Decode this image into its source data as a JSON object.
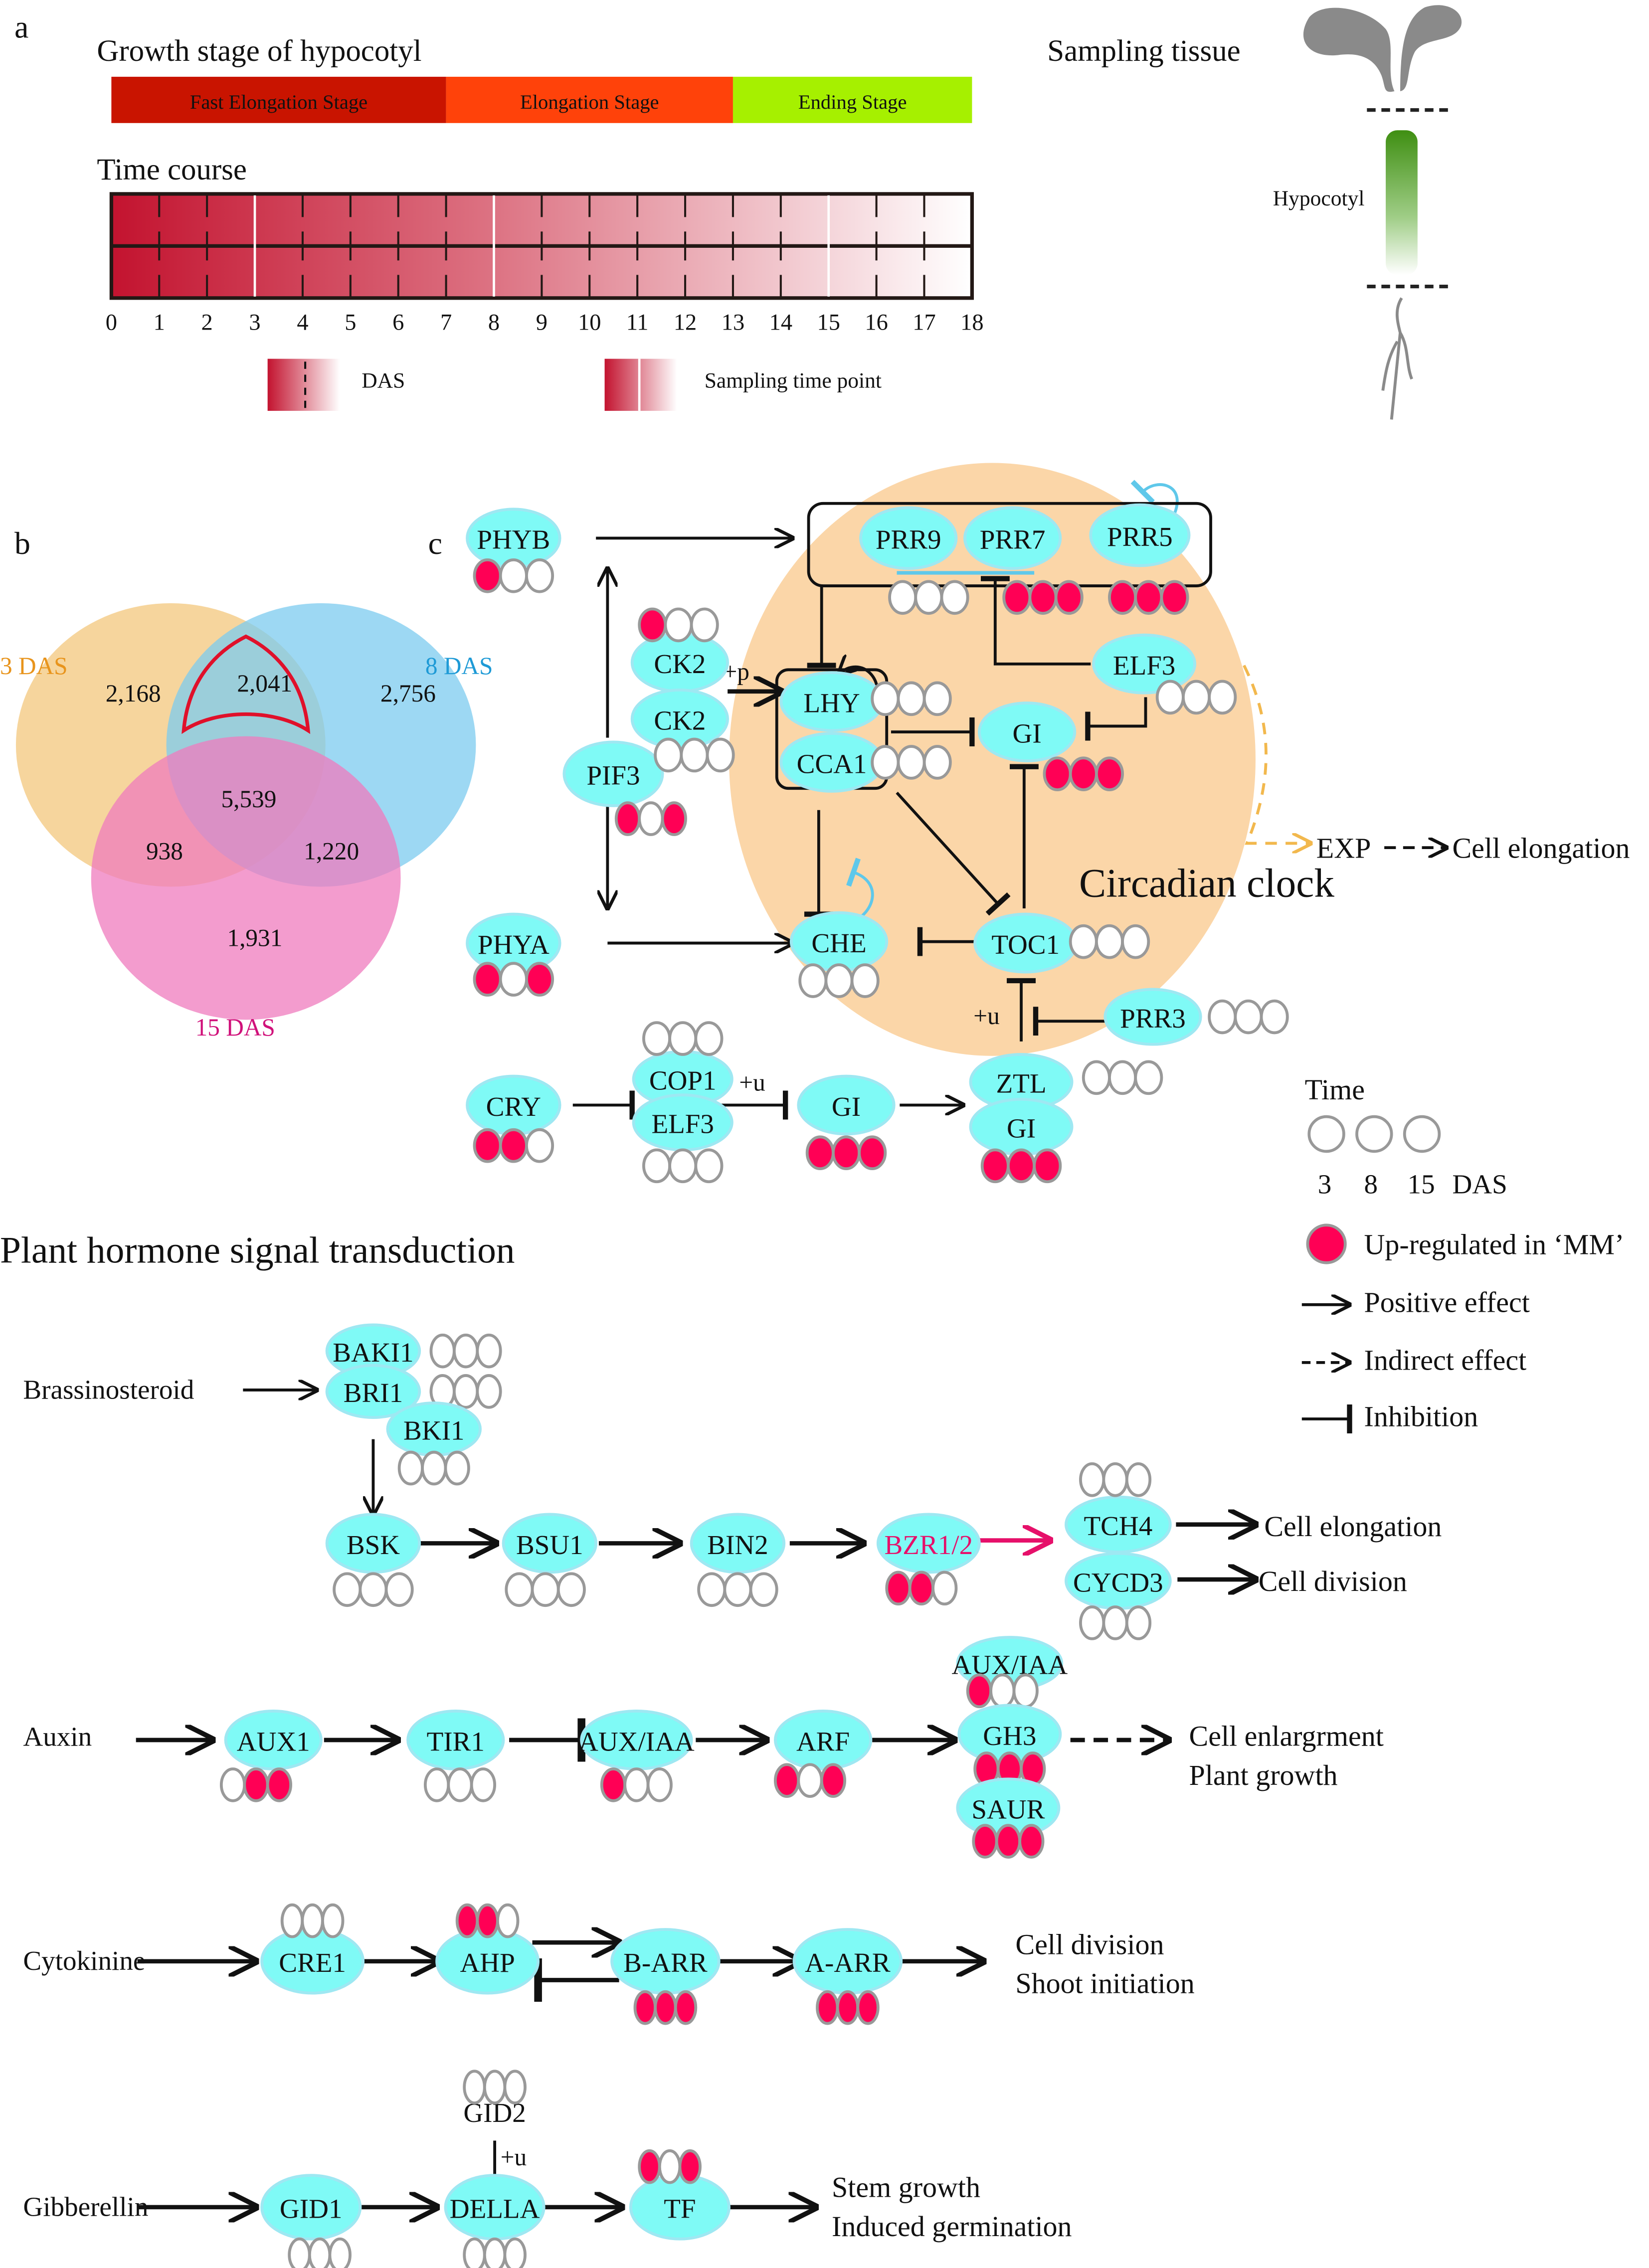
{
  "colors": {
    "node_fill": "#7ffaf6",
    "node_stroke": "#9ee8f2",
    "up_fill": "#ff0055",
    "circle_stroke": "#999999",
    "clock_fill": "#fbd6a8",
    "venn_3": "#f3c77c",
    "venn_8": "#7ccbef",
    "venn_15": "#ef7bbd",
    "venn_label_3": "#e8941c",
    "venn_label_8": "#1e9ad6",
    "venn_label_15": "#d0117a",
    "highlight_red": "#e0102a",
    "feedback_blue": "#5fc8ea",
    "indirect_orange": "#f2b84d",
    "bzr_pink": "#e6106a"
  },
  "panel_a": {
    "letter": "a",
    "growth_title": "Growth stage of hypocotyl",
    "stages": [
      {
        "label": "Fast Elongation Stage",
        "from_das": 0,
        "to_das": 7,
        "color": "#c91400"
      },
      {
        "label": "Elongation Stage",
        "from_das": 7,
        "to_das": 13,
        "color": "#ff420a"
      },
      {
        "label": "Ending Stage",
        "from_das": 13,
        "to_das": 18,
        "color": "#a6f000"
      }
    ],
    "time_title": "Time course",
    "ticks": [
      "0",
      "1",
      "2",
      "3",
      "4",
      "5",
      "6",
      "7",
      "8",
      "9",
      "10",
      "11",
      "12",
      "13",
      "14",
      "15",
      "16",
      "17",
      "18"
    ],
    "sampling_points_das": [
      3,
      8,
      15
    ],
    "legend_das": "DAS",
    "legend_sampling": "Sampling time point",
    "sampling_tissue_title": "Sampling tissue",
    "hypocotyl_label": "Hypocotyl"
  },
  "panel_b": {
    "letter": "b",
    "sets": [
      "3 DAS",
      "8 DAS",
      "15 DAS"
    ],
    "regions": {
      "only_3": "2,168",
      "only_8": "2,756",
      "only_15": "1,931",
      "3_and_8": "2,041",
      "3_and_15": "938",
      "8_and_15": "1,220",
      "all": "5,539"
    }
  },
  "panel_c": {
    "letter": "c",
    "clock_label": "Circadian clock",
    "nodes": {
      "phyb": {
        "label": "PHYB",
        "expr": [
          1,
          0,
          0
        ]
      },
      "phya": {
        "label": "PHYA",
        "expr": [
          1,
          0,
          1
        ]
      },
      "pif3": {
        "label": "PIF3",
        "expr": [
          1,
          0,
          1
        ]
      },
      "ck2a": {
        "label": "CK2",
        "expr": [
          1,
          0,
          0
        ]
      },
      "ck2b": {
        "label": "CK2",
        "expr": [
          0,
          0,
          0
        ]
      },
      "lhy": {
        "label": "LHY",
        "expr": [
          0,
          0,
          0
        ]
      },
      "cca1": {
        "label": "CCA1",
        "expr": [
          0,
          0,
          0
        ]
      },
      "prr9": {
        "label": "PRR9"
      },
      "prr7": {
        "label": "PRR7"
      },
      "prr5": {
        "label": "PRR5",
        "expr": [
          1,
          1,
          1
        ]
      },
      "prr97_expr_a": [
        0,
        0,
        0
      ],
      "prr97_expr_b": [
        1,
        1,
        1
      ],
      "elf3": {
        "label": "ELF3",
        "expr": [
          0,
          0,
          0
        ]
      },
      "gi": {
        "label": "GI",
        "expr": [
          1,
          1,
          1
        ]
      },
      "che": {
        "label": "CHE",
        "expr": [
          0,
          0,
          0
        ]
      },
      "toc1": {
        "label": "TOC1",
        "expr": [
          0,
          0,
          0
        ]
      },
      "prr3": {
        "label": "PRR3",
        "expr": [
          0,
          0,
          0
        ]
      },
      "cry": {
        "label": "CRY",
        "expr": [
          1,
          1,
          0
        ]
      },
      "cop1": {
        "label": "COP1",
        "expr": [
          0,
          0,
          0
        ]
      },
      "elf3b": {
        "label": "ELF3",
        "expr": [
          0,
          0,
          0
        ]
      },
      "gi2": {
        "label": "GI",
        "expr": [
          1,
          1,
          1
        ]
      },
      "ztl": {
        "label": "ZTL",
        "expr": [
          0,
          0,
          0
        ]
      },
      "gi3": {
        "label": "GI",
        "expr": [
          1,
          1,
          1
        ]
      }
    },
    "edge_labels": {
      "plus_p": "+p",
      "plus_u_1": "+u",
      "plus_u_2": "+u"
    },
    "exp_label": "EXP",
    "exp_target": "Cell elongation"
  },
  "legend": {
    "time_title": "Time",
    "time_points": [
      "3",
      "8",
      "15"
    ],
    "time_unit": "DAS",
    "up_label": "Up-regulated in ‘MM’",
    "positive": "Positive effect",
    "indirect": "Indirect effect",
    "inhibition": "Inhibition"
  },
  "hormone": {
    "title": "Plant hormone signal transduction",
    "brassinosteroid": {
      "label": "Brassinosteroid",
      "bak1": {
        "label": "BAKI1",
        "expr": [
          0,
          0,
          0
        ]
      },
      "bri1": {
        "label": "BRI1",
        "expr": [
          0,
          0,
          0
        ]
      },
      "bki1": {
        "label": "BKI1",
        "expr": [
          0,
          0,
          0
        ]
      },
      "bsk": {
        "label": "BSK",
        "expr": [
          0,
          0,
          0
        ]
      },
      "bsu1": {
        "label": "BSU1",
        "expr": [
          0,
          0,
          0
        ]
      },
      "bin2": {
        "label": "BIN2",
        "expr": [
          0,
          0,
          0
        ]
      },
      "bzr": {
        "label": "BZR1/2",
        "expr": [
          1,
          1,
          0
        ]
      },
      "tch4": {
        "label": "TCH4",
        "expr": [
          0,
          0,
          0
        ]
      },
      "cycd3": {
        "label": "CYCD3",
        "expr": [
          0,
          0,
          0
        ]
      },
      "out1": "Cell elongation",
      "out2": "Cell division"
    },
    "auxin": {
      "label": "Auxin",
      "aux1": {
        "label": "AUX1",
        "expr": [
          0,
          1,
          1
        ]
      },
      "tir1": {
        "label": "TIR1",
        "expr": [
          0,
          0,
          0
        ]
      },
      "auxiaa": {
        "label": "AUX/IAA",
        "expr": [
          1,
          0,
          0
        ]
      },
      "arf": {
        "label": "ARF",
        "expr": [
          1,
          0,
          1
        ]
      },
      "auxiaa2": {
        "label": "AUX/IAA",
        "expr": [
          1,
          0,
          0
        ]
      },
      "gh3": {
        "label": "GH3",
        "expr": [
          1,
          1,
          1
        ]
      },
      "saur": {
        "label": "SAUR",
        "expr": [
          1,
          1,
          1
        ]
      },
      "out1": "Cell enlargrment",
      "out2": "Plant growth"
    },
    "cytokinine": {
      "label": "Cytokinine",
      "cre1": {
        "label": "CRE1",
        "expr": [
          0,
          0,
          0
        ]
      },
      "ahp": {
        "label": "AHP",
        "expr": [
          1,
          1,
          0
        ]
      },
      "barr": {
        "label": "B-ARR",
        "expr": [
          1,
          1,
          1
        ]
      },
      "aarr": {
        "label": "A-ARR",
        "expr": [
          1,
          1,
          1
        ]
      },
      "out1": "Cell division",
      "out2": "Shoot initiation"
    },
    "gibberellin": {
      "label": "Gibberellin",
      "gid1": {
        "label": "GID1",
        "expr": [
          0,
          0,
          0
        ]
      },
      "della": {
        "label": "DELLA",
        "expr": [
          0,
          0,
          0
        ]
      },
      "tf": {
        "label": "TF",
        "expr": [
          1,
          0,
          1
        ]
      },
      "gid2": {
        "label": "GID2",
        "expr": [
          0,
          0,
          0
        ]
      },
      "plus_u": "+u",
      "out1": "Stem growth",
      "out2": "Induced germination"
    }
  }
}
